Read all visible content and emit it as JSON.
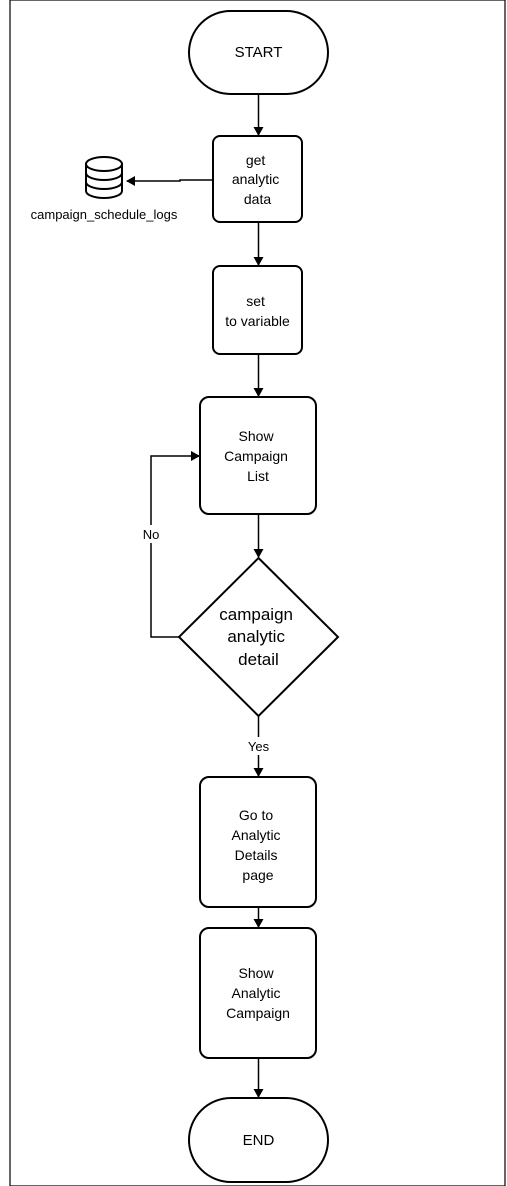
{
  "diagram": {
    "start": "START",
    "get_data": [
      "get",
      "analytic",
      "data"
    ],
    "db_label": "campaign_schedule_logs",
    "set_var": [
      "set",
      "to variable"
    ],
    "show_list": [
      "Show",
      "Campaign",
      "List"
    ],
    "decision": [
      "campaign",
      "analytic",
      "detail"
    ],
    "no_label": "No",
    "yes_label": "Yes",
    "go_details": [
      "Go to",
      "Analytic",
      "Details",
      "page"
    ],
    "show_campaign": [
      "Show",
      "Analytic",
      "Campaign"
    ],
    "end": "END"
  }
}
